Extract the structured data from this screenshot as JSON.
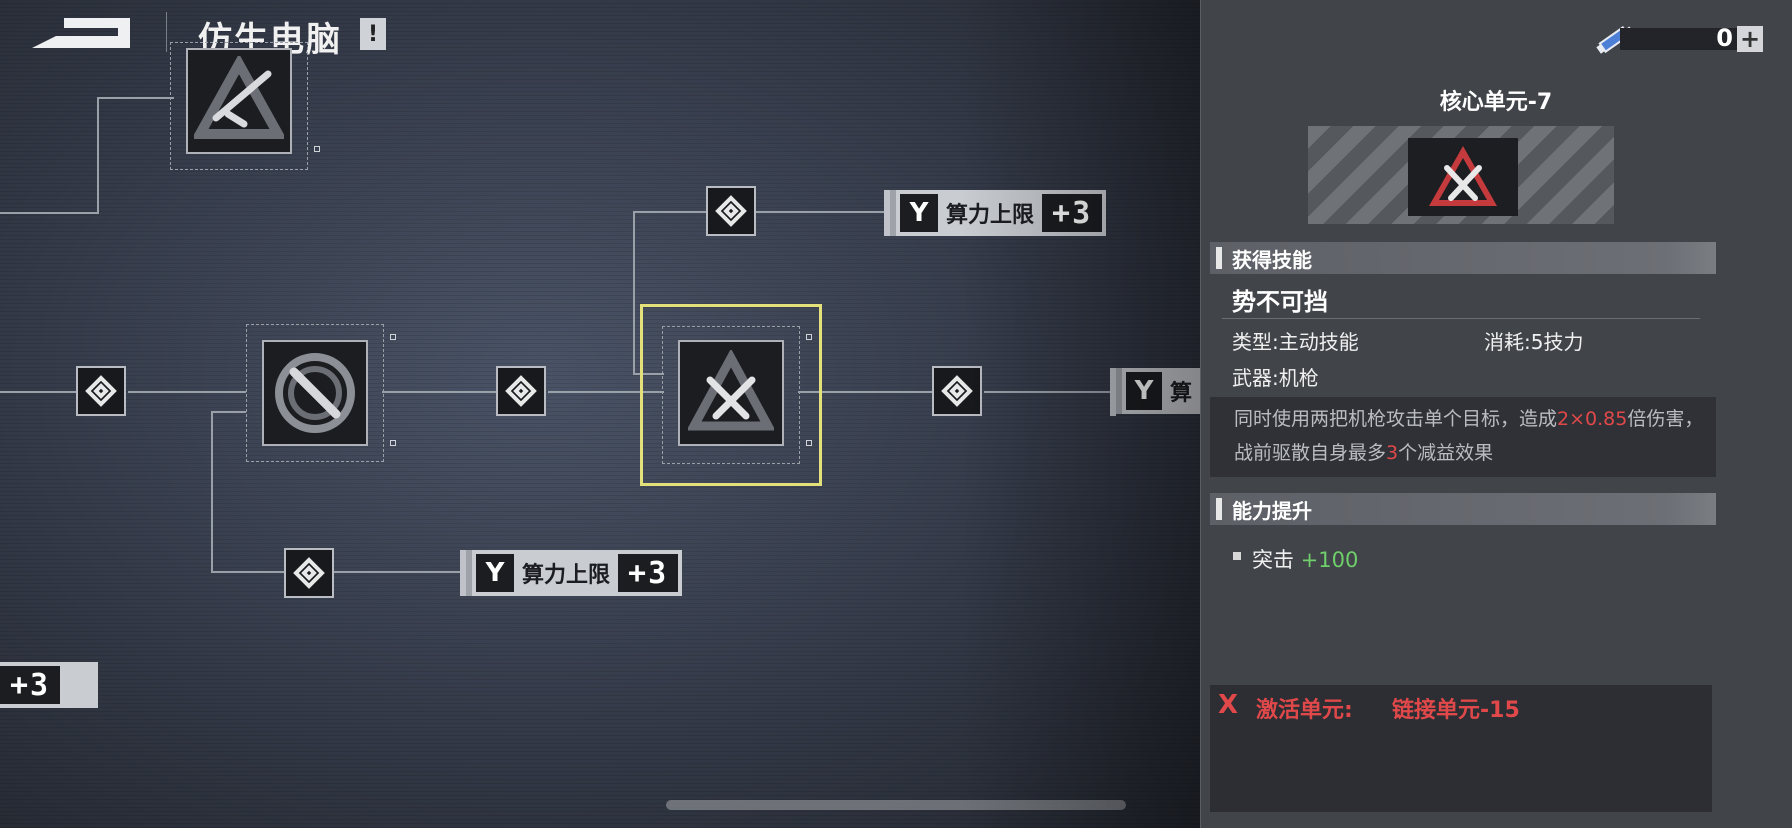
{
  "header": {
    "title": "仿生电脑",
    "alert_mark": "!",
    "back_label": "back"
  },
  "currency": {
    "icon": "syringe-icon",
    "value": "0",
    "plus": "+"
  },
  "tree": {
    "bonus_label": "算力上限",
    "bonus_value": "+3",
    "bonus_prefix": "Y",
    "partial_bonus_label": "算",
    "edge_bonus_value": "+3"
  },
  "panel": {
    "unit_name": "核心单元-7",
    "section_skill": "获得技能",
    "skill_name": "势不可挡",
    "type_label": "类型:主动技能",
    "cost_label": "消耗:5技力",
    "weapon_label": "武器:机枪",
    "desc_part1": "同时使用两把机枪攻击单个目标，造成",
    "desc_highlight1": "2×0.85",
    "desc_part2": "倍伤害，战前驱散自身最多",
    "desc_highlight2": "3",
    "desc_part3": "个减益效果",
    "section_ability": "能力提升",
    "stat_name": "突击",
    "stat_value": "+100",
    "activation_mark": "X",
    "activation_label": "激活单元:",
    "activation_value": "链接单元-15"
  },
  "colors": {
    "selected_outline": "#e4e07a",
    "danger": "#e0484a",
    "positive": "#6fcf6a"
  }
}
